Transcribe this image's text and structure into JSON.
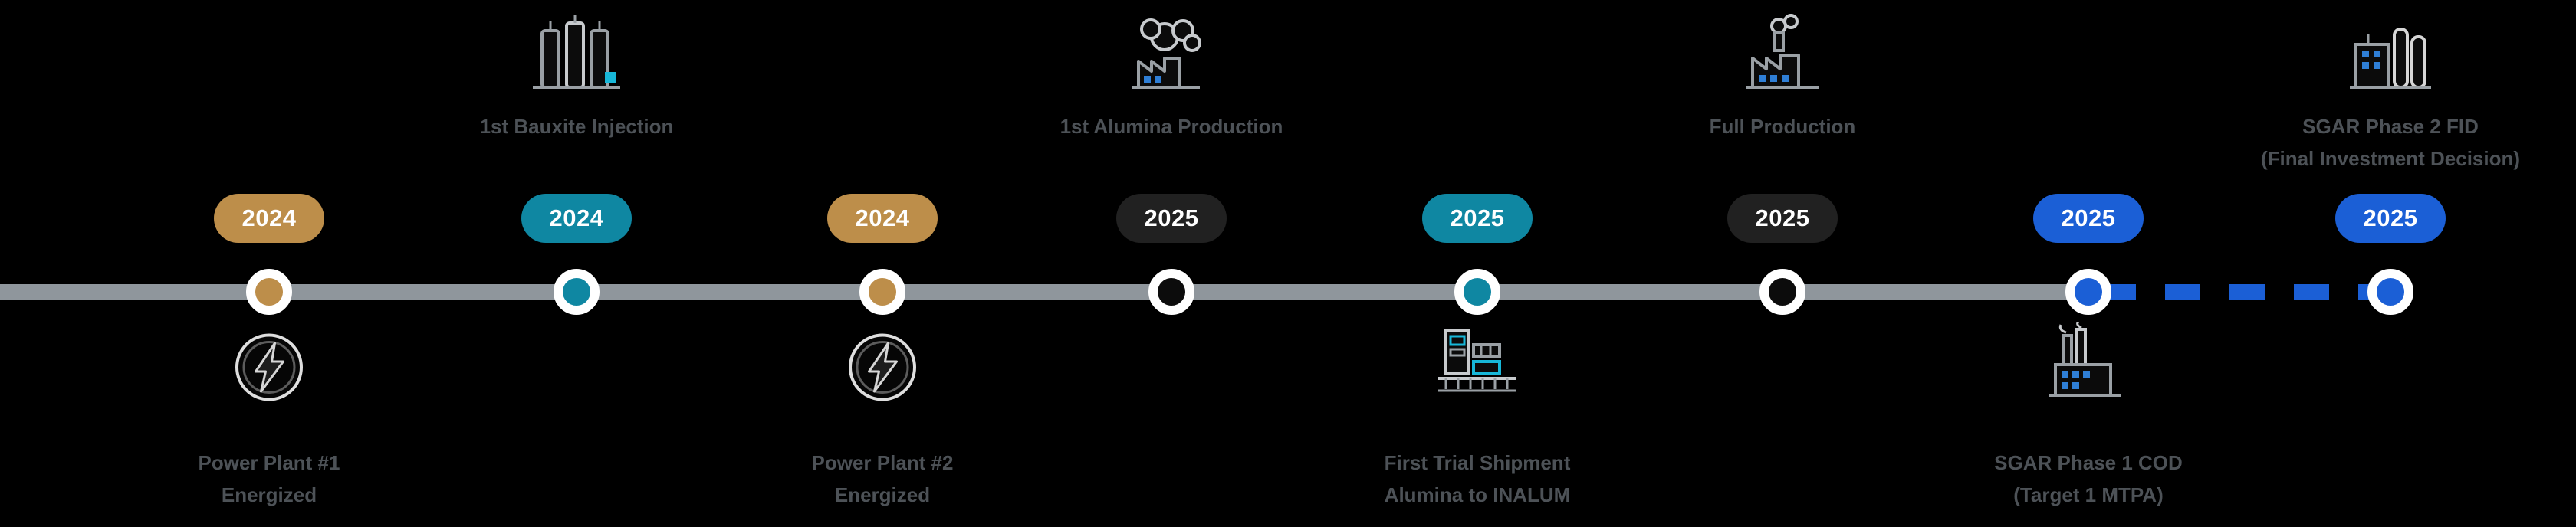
{
  "page": {
    "background": "#000000",
    "type": "project-milestone-timeline"
  },
  "colors": {
    "gold": "#bd8e4a",
    "teal": "#0f87a2",
    "dark": "#212121",
    "blue": "#1b5fd6",
    "line_solid_gray": "#8f969c",
    "line_dashed_blue": "#1b5fd6",
    "label_gray": "#4d5257",
    "pill_text": "#ffffff",
    "node_ring": "#ffffff",
    "icon_accent_teal": "#17b7d8",
    "icon_accent_blue": "#2f7fd6"
  },
  "milestones": [
    {
      "year": "2024",
      "color": "gold",
      "position": "below",
      "icon": "power-plant-icon",
      "label1": "Power Plant #1",
      "label2": "Energized"
    },
    {
      "year": "2024",
      "color": "teal",
      "position": "above",
      "icon": "bauxite-refinery-icon",
      "label1": "1st Bauxite Injection",
      "label2": ""
    },
    {
      "year": "2024",
      "color": "gold",
      "position": "below",
      "icon": "power-plant-icon",
      "label1": "Power Plant #2",
      "label2": "Energized"
    },
    {
      "year": "2025",
      "color": "dark",
      "position": "above",
      "icon": "alumina-production-icon",
      "label1": "1st Alumina Production",
      "label2": ""
    },
    {
      "year": "2025",
      "color": "teal",
      "position": "below",
      "icon": "shipment-dock-icon",
      "label1": "First Trial Shipment",
      "label2": "Alumina to INALUM"
    },
    {
      "year": "2025",
      "color": "dark",
      "position": "above",
      "icon": "factory-icon",
      "label1": "Full Production",
      "label2": ""
    },
    {
      "year": "2025",
      "color": "blue",
      "position": "below",
      "icon": "sgar-phase1-factory-icon",
      "label1": "SGAR Phase 1 COD",
      "label2": "(Target 1 MTPA)"
    },
    {
      "year": "2025",
      "color": "blue",
      "position": "above",
      "icon": "sgar-phase2-plant-icon",
      "label1": "SGAR Phase 2 FID",
      "label2": "(Final Investment Decision)"
    }
  ]
}
